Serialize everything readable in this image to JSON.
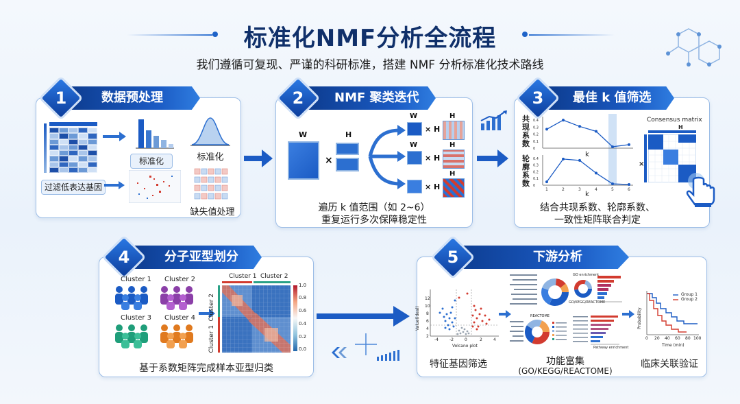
{
  "header": {
    "title": "标准化NMF分析全流程",
    "subtitle": "我们遵循可复现、严谨的科研标准，搭建 NMF 分析标准化技术路线"
  },
  "steps": [
    {
      "num": "1",
      "title": "数据预处理",
      "labels": {
        "filter": "过滤低表达基因",
        "normalize_box": "标准化",
        "normalize": "标准化",
        "missing": "缺失值处理"
      }
    },
    {
      "num": "2",
      "title": "NMF 聚类迭代",
      "labels": {
        "w": "W",
        "h": "H",
        "times": "×",
        "times_h": "× H"
      },
      "caption_lines": [
        "遍历 k 值范围（如 2~6）",
        "重复运行多次保障稳定性"
      ]
    },
    {
      "num": "3",
      "title": "最佳 k 值筛选",
      "labels": {
        "coph": "共现系数",
        "sil": "轮廓系数",
        "k": "k",
        "consensus": "Consensus matrix",
        "h": "H"
      },
      "caption_lines": [
        "结合共现系数、轮廓系数、",
        "一致性矩阵联合判定"
      ],
      "yticks_top": [
        "0.4",
        "0.3",
        "0.2",
        "0.1",
        "0"
      ],
      "yticks_bottom": [
        "0.4",
        "0.3",
        "0.2",
        "0.1",
        "0"
      ],
      "xticks": [
        "1",
        "2",
        "3",
        "4",
        "5",
        "6"
      ],
      "coph_values": [
        0.27,
        0.4,
        0.31,
        0.24,
        0.02,
        0.05
      ],
      "sil_values": [
        0.05,
        0.39,
        0.37,
        0.18,
        0.02,
        0.01
      ]
    },
    {
      "num": "4",
      "title": "分子亚型划分",
      "clusters": [
        "Cluster 1",
        "Cluster 2",
        "Cluster 3",
        "Cluster 4"
      ],
      "heat_top": [
        "Cluster 1",
        "Cluster 2"
      ],
      "heat_side": [
        "Cluster 2",
        "Cluster 1"
      ],
      "scale": [
        "1.0",
        "0.8",
        "0.6",
        "0.4",
        "0.2",
        "0.0"
      ],
      "caption": "基于系数矩阵完成样本亚型归类"
    },
    {
      "num": "5",
      "title": "下游分析",
      "volcano": {
        "ylabel": "Value(ideal)",
        "xlabel": "Volcano plot",
        "xticks": [
          "-4",
          "-2",
          "0",
          "2",
          "4"
        ],
        "yticks": [
          "12",
          "10",
          "8",
          "6",
          "4",
          "2"
        ]
      },
      "enrich_labels": {
        "go": "GO enrichment",
        "gokegg": "GO/KEGG/REACTOME",
        "reactome": "REACTOME",
        "pathway": "Pathway enrichment"
      },
      "survival": {
        "ylabel": "Probability",
        "xlabel": "Time (min)",
        "legend": [
          "Group 1",
          "Group 2"
        ],
        "xticks": [
          "0",
          "20",
          "40",
          "60",
          "80",
          "100"
        ]
      },
      "captions": {
        "feature": "特征基因筛选",
        "enrich": "功能富集",
        "enrich_sub": "(GO/KEGG/REACTOME)",
        "clinical": "临床关联验证"
      }
    }
  ],
  "colors": {
    "primary": "#1b5bc4",
    "dark": "#0c3a8c",
    "red": "#d23b2f",
    "light": "#e9f1fb"
  }
}
